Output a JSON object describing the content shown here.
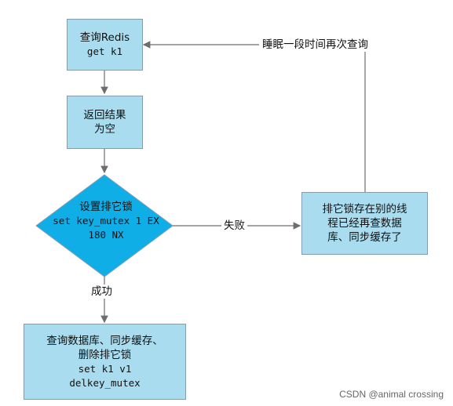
{
  "nodes": {
    "query_redis": {
      "line1": "查询Redis",
      "line2": "get k1"
    },
    "empty_result": {
      "line1": "返回结果",
      "line2": "为空"
    },
    "set_lock": {
      "line1": "设置排它锁",
      "line2": "set key_mutex 1 EX",
      "line3": "180 NX"
    },
    "lock_held": {
      "line1": "排它锁存在别的线",
      "line2": "程已经再查数据",
      "line3": "库、同步缓存了"
    },
    "query_db": {
      "line1": "查询数据库、同步缓存、",
      "line2": "删除排它锁",
      "line3": "set k1 v1",
      "line4": "delkey_mutex"
    }
  },
  "edges": {
    "fail_label": "失败",
    "success_label": "成功",
    "sleep_label": "睡眠一段时间再次查询"
  },
  "watermark": "CSDN @animal crossing",
  "colors": {
    "node_fill": "#a9dcee",
    "node_stroke": "#7f9db9",
    "edge": "#6d6d6d"
  }
}
